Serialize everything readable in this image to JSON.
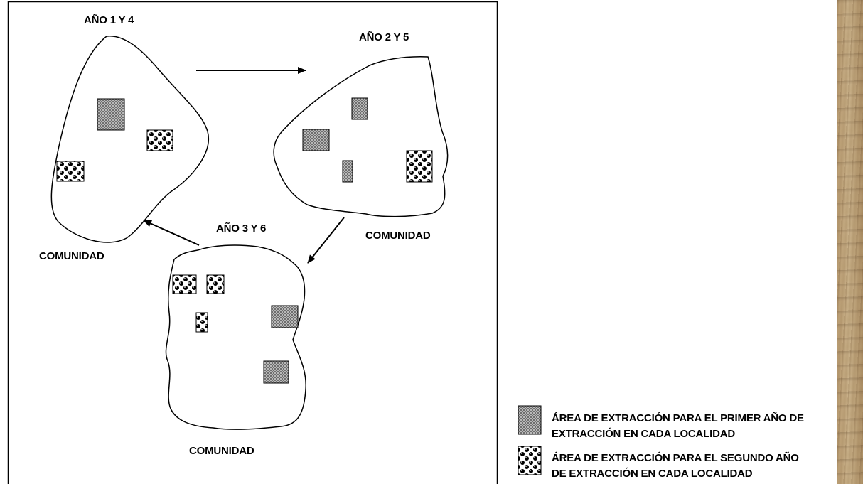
{
  "diagram": {
    "labels": {
      "year_1_4": "AÑO 1 Y 4",
      "year_2_5": "AÑO 2 Y 5",
      "year_3_6": "AÑO 3 Y 6",
      "community_1": "COMUNIDAD",
      "community_2": "COMUNIDAD",
      "community_3": "COMUNIDAD"
    }
  },
  "legend": {
    "first_year_line1": "ÁREA DE EXTRACCIÓN PARA EL PRIMER AÑO DE",
    "first_year_line2": "EXTRACCIÓN EN CADA LOCALIDAD",
    "second_year_line1": "ÁREA DE EXTRACCIÓN PARA EL SEGUNDO AÑO",
    "second_year_line2": "DE EXTRACCIÓN EN CADA LOCALIDAD"
  },
  "colors": {
    "line": "#000000",
    "first_year_pattern": "#9a9a9a",
    "second_year_pattern": "#000000",
    "background": "#ffffff"
  }
}
